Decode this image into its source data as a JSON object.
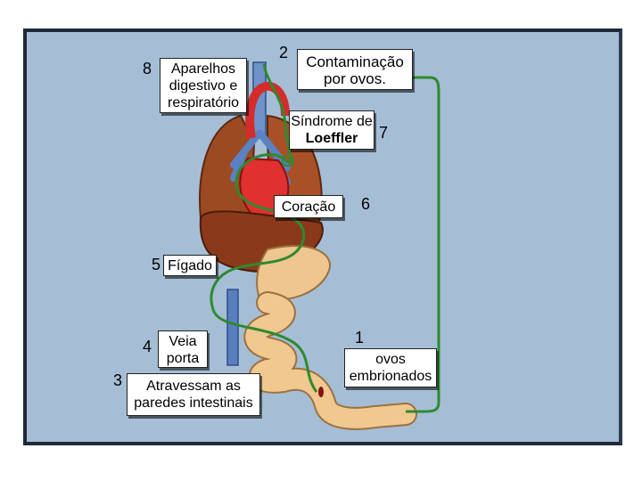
{
  "labels": {
    "aparelhos": "Aparelhos digestivo e respiratório",
    "contaminacao": "Contaminação por ovos.",
    "sindrome_prefix": "Síndrome de ",
    "sindrome_bold": "Loeffler",
    "coracao": "Coração",
    "figado": "Fígado",
    "veia": "Veia porta",
    "atravessam": "Atravessam as paredes intestinais",
    "ovos": "ovos embrionados"
  },
  "step_numbers": {
    "n1": "1",
    "n2": "2",
    "n3": "3",
    "n4": "4",
    "n5": "5",
    "n6": "6",
    "n7": "7",
    "n8": "8"
  },
  "colors": {
    "background": "#a5bed6",
    "pathway": "#2f8a2f",
    "liver": "#8a3a1a",
    "intestine": "#f0c890",
    "heart": "#e0302f",
    "vessels": "#4a6fb0"
  }
}
